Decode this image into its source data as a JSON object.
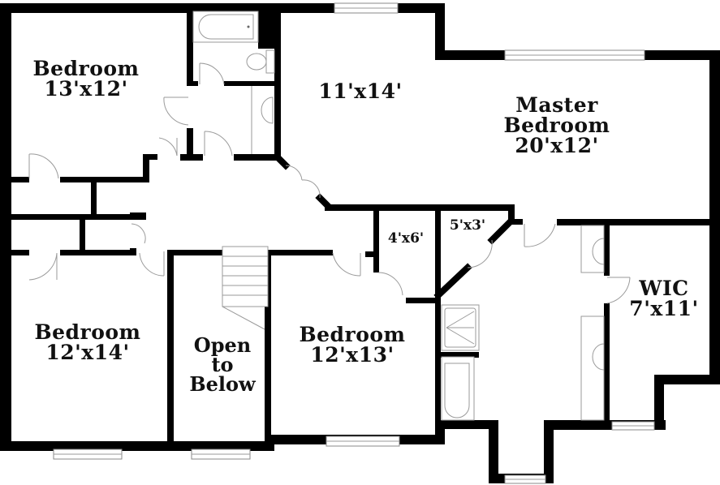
{
  "floorplan": {
    "rooms": [
      {
        "id": "bedroom-nw",
        "name": "Bedroom",
        "size": "13'x12'"
      },
      {
        "id": "bonus-room",
        "name": "",
        "size": "11'x14'"
      },
      {
        "id": "master-bedroom",
        "name_line1": "Master",
        "name_line2": "Bedroom",
        "size": "20'x12'"
      },
      {
        "id": "bedroom-sw",
        "name": "Bedroom",
        "size": "12'x14'"
      },
      {
        "id": "open-to-below",
        "line1": "Open",
        "line2": "to",
        "line3": "Below"
      },
      {
        "id": "bedroom-s",
        "name": "Bedroom",
        "size": "12'x13'"
      },
      {
        "id": "closet-4x6",
        "size": "4'x6'"
      },
      {
        "id": "closet-5x3",
        "size": "5'x3'"
      },
      {
        "id": "wic",
        "name": "WIC",
        "size": "7'x11'"
      }
    ],
    "colors": {
      "wall": "#000000",
      "background": "#ffffff",
      "fixture": "#9a9a9a"
    }
  }
}
